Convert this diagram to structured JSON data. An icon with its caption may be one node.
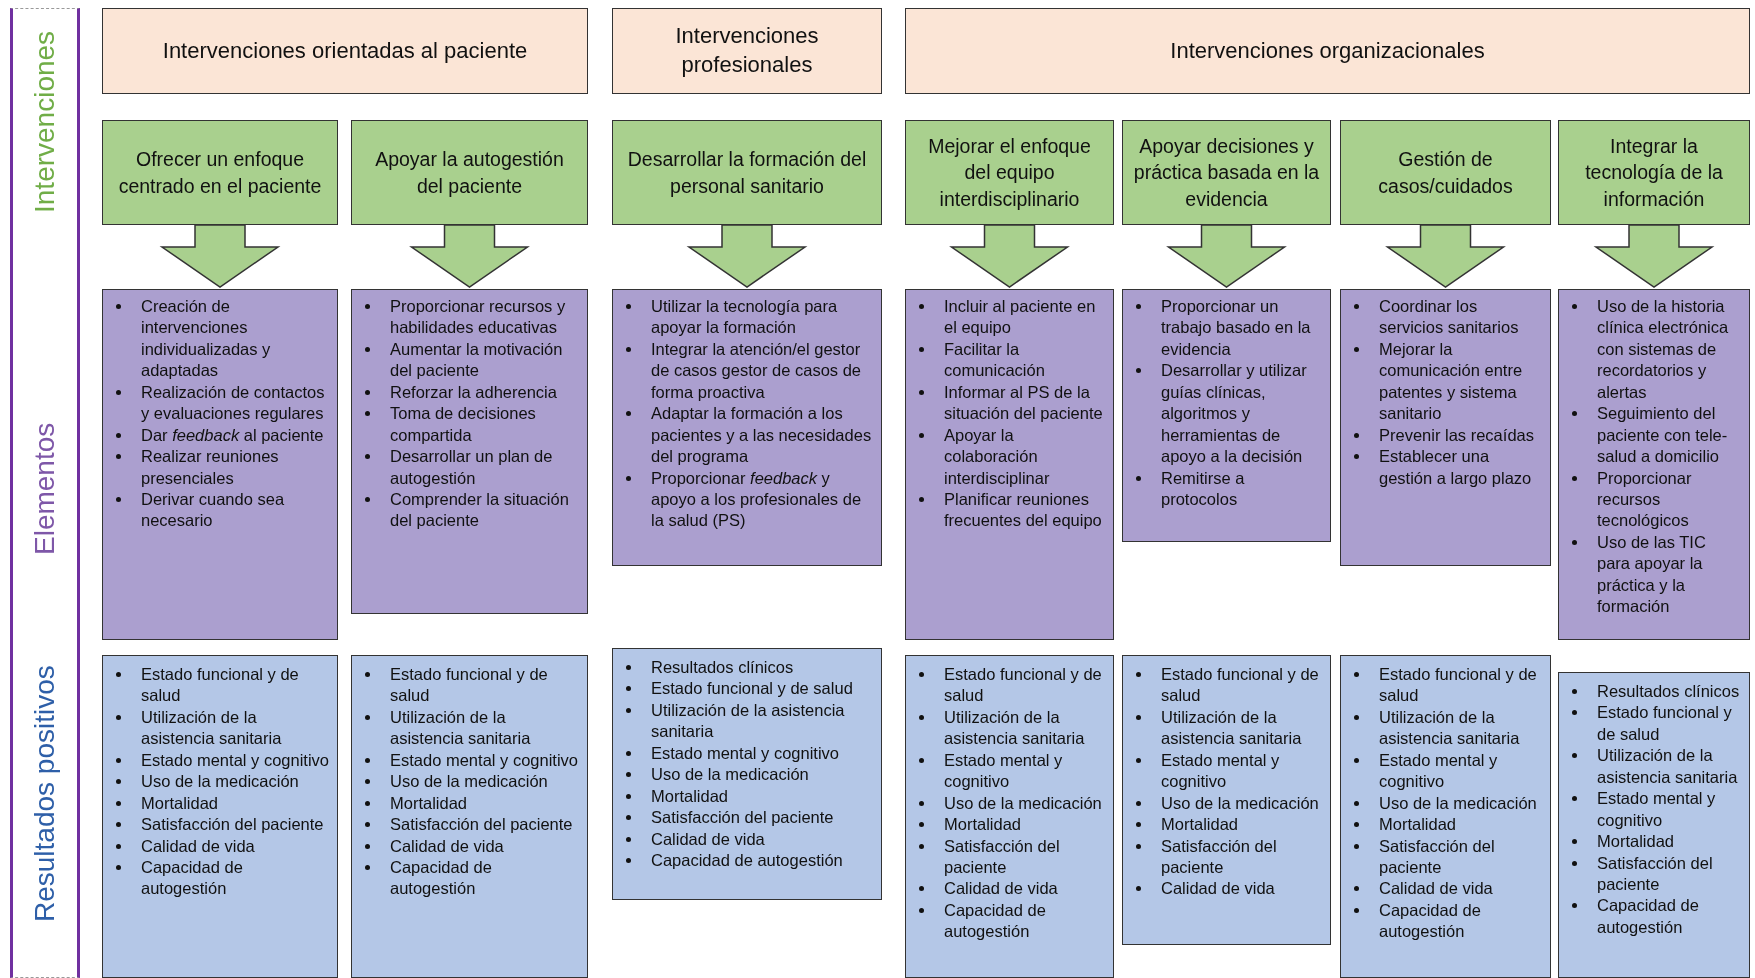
{
  "diagram": {
    "nodes": [
      {
        "text": [
          "Intervenciones",
          "Elementos",
          "Resultados positivos"
        ]
      },
      {
        "text": [
          "Intervenciones orientadas al paciente"
        ]
      },
      {
        "text": [
          "Intervenciones profesionales"
        ]
      },
      {
        "text": [
          "Intervenciones organizacionales"
        ]
      },
      {
        "text": [
          "Ofrecer un enfoque centrado en el paciente"
        ]
      },
      {
        "text": [
          "Apoyar la autogestión del paciente"
        ]
      },
      {
        "text": [
          "Desarrollar la formación del personal sanitario"
        ]
      },
      {
        "text": [
          "Mejorar el enfoque del equipo interdisciplinario"
        ]
      },
      {
        "text": [
          "Apoyar decisiones y práctica basada en la evidencia"
        ]
      },
      {
        "text": [
          "Gestión de casos/cuidados"
        ]
      },
      {
        "text": [
          "Integrar la tecnología de la información"
        ]
      },
      {
        "text": [
          "Creación de intervenciones individualizadas y adaptadas",
          "Realización de contactos y evaluaciones regulares",
          "Dar *feedback* al paciente",
          "Realizar reuniones presenciales",
          "Derivar cuando sea necesario"
        ]
      },
      {
        "text": [
          "Proporcionar recursos y habilidades educativas",
          "Aumentar la motivación del paciente",
          "Reforzar la adherencia",
          "Toma de decisiones compartida",
          "Desarrollar un plan de autogestión",
          "Comprender la situación del paciente"
        ]
      },
      {
        "text": [
          "Utilizar la tecnología para apoyar la formación",
          "Integrar la atención/el gestor de casos gestor de casos de forma proactiva",
          "Adaptar la formación a los pacientes y a las necesidades del programa",
          "Proporcionar *feedback* y apoyo a los profesionales de la salud (PS)"
        ]
      },
      {
        "text": [
          "Incluir al paciente en el equipo",
          "Facilitar la comunicación",
          "Informar al PS de la situación del paciente",
          "Apoyar la colaboración interdisciplinar",
          "Planificar reuniones frecuentes del equipo"
        ]
      },
      {
        "text": [
          "Proporcionar un trabajo basado en la evidencia",
          "Desarrollar y utilizar guías clínicas, algoritmos y herramientas de apoyo a la decisión",
          "Remitirse a protocolos"
        ]
      },
      {
        "text": [
          "Coordinar los servicios sanitarios",
          "Mejorar la comunicación entre patentes y sistema sanitario",
          "Prevenir las recaídas",
          "Establecer una gestión a largo plazo"
        ]
      },
      {
        "text": [
          "Uso de la historia clínica electrónica con sistemas de recordatorios y alertas",
          "Seguimiento del paciente con tele-salud a domicilio",
          "Proporcionar recursos tecnológicos",
          "Uso de las TIC para apoyar la práctica y la formación"
        ]
      },
      {
        "text": [
          "Estado funcional y de salud",
          "Utilización de la asistencia sanitaria",
          "Estado mental y cognitivo",
          "Uso de la medicación",
          "Mortalidad",
          "Satisfacción del paciente",
          "Calidad de vida",
          "Capacidad de autogestión"
        ]
      },
      {
        "text": [
          "Estado funcional y de salud",
          "Utilización de la asistencia sanitaria",
          "Estado mental y cognitivo",
          "Uso de la medicación",
          "Mortalidad",
          "Satisfacción del paciente",
          "Calidad de vida",
          "Capacidad de autogestión"
        ]
      },
      {
        "text": [
          "Resultados clínicos",
          "Estado funcional y de salud",
          "Utilización de la asistencia sanitaria",
          "Estado mental y cognitivo",
          "Uso de la medicación",
          "Mortalidad",
          "Satisfacción del paciente",
          "Calidad de vida",
          "Capacidad de autogestión"
        ]
      },
      {
        "text": [
          "Estado funcional y de salud",
          "Utilización de la asistencia sanitaria",
          "Estado mental y cognitivo",
          "Uso de la medicación",
          "Mortalidad",
          "Satisfacción del paciente",
          "Calidad de vida",
          "Capacidad de autogestión"
        ]
      },
      {
        "text": [
          "Estado funcional y de salud",
          "Utilización de la asistencia sanitaria",
          "Estado mental y cognitivo",
          "Uso de la medicación",
          "Mortalidad",
          "Satisfacción del paciente",
          "Calidad de vida"
        ]
      },
      {
        "text": [
          "Estado funcional y de salud",
          "Utilización de la asistencia sanitaria",
          "Estado mental y cognitivo",
          "Uso de la medicación",
          "Mortalidad",
          "Satisfacción del paciente",
          "Calidad de vida",
          "Capacidad de autogestión"
        ]
      },
      {
        "text": [
          "Resultados clínicos",
          "Estado funcional y de salud",
          "Utilización de la asistencia sanitaria",
          "Estado mental y cognitivo",
          "Mortalidad",
          "Satisfacción del paciente",
          "Capacidad de autogestión"
        ]
      }
    ],
    "edges": [
      {
        "from": 4,
        "to": 11,
        "arrow": "to"
      },
      {
        "from": 5,
        "to": 12,
        "arrow": "to"
      },
      {
        "from": 6,
        "to": 13,
        "arrow": "to"
      },
      {
        "from": 7,
        "to": 14,
        "arrow": "to"
      },
      {
        "from": 8,
        "to": 15,
        "arrow": "to"
      },
      {
        "from": 9,
        "to": 16,
        "arrow": "to"
      },
      {
        "from": 10,
        "to": 17,
        "arrow": "to"
      }
    ]
  }
}
